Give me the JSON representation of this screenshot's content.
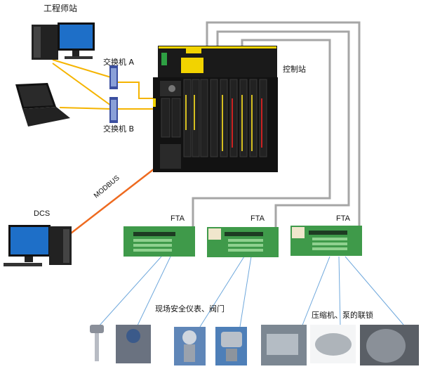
{
  "labels": {
    "engineer_station": "工程师站",
    "switch_a": "交换机 A",
    "switch_b": "交换机 B",
    "control_station": "控制站",
    "modbus": "MODBUS",
    "dcs": "DCS",
    "fta_1": "FTA",
    "fta_2": "FTA",
    "fta_3": "FTA",
    "field_instruments": "现场安全仪表、阀门",
    "compressor_interlock": "压缩机、泵的联锁"
  },
  "colors": {
    "ethernet": "#f5b400",
    "modbus": "#ee6a1f",
    "cable": "#a6a6a6",
    "field_wire": "#6fa8dc",
    "board": "#3f9a4a"
  }
}
